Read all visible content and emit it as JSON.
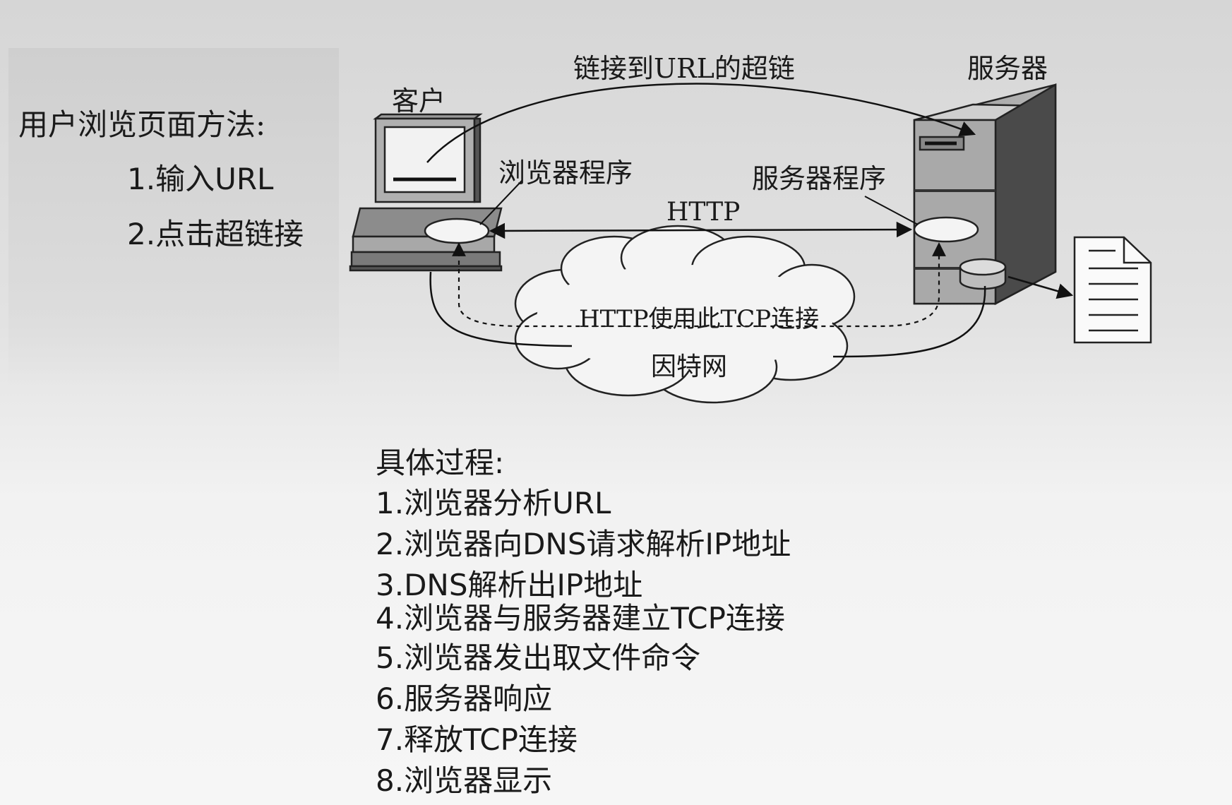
{
  "methods": {
    "title": "用户浏览页面方法:",
    "items": [
      "1.输入URL",
      "2.点击超链接"
    ]
  },
  "diagram": {
    "client_label": "客户",
    "server_label": "服务器",
    "hyperlink_label": "链接到URL的超链",
    "browser_program_label": "浏览器程序",
    "server_program_label": "服务器程序",
    "http_label": "HTTP",
    "tcp_label": "HTTP使用此TCP连接",
    "internet_label": "因特网"
  },
  "process": {
    "title": "具体过程:",
    "steps": [
      "1.浏览器分析URL",
      "2.浏览器向DNS请求解析IP地址",
      "3.DNS解析出IP地址",
      "4.浏览器与服务器建立TCP连接",
      "5.浏览器发出取文件命令",
      "6.服务器响应",
      "7.释放TCP连接",
      "8.浏览器显示"
    ]
  }
}
